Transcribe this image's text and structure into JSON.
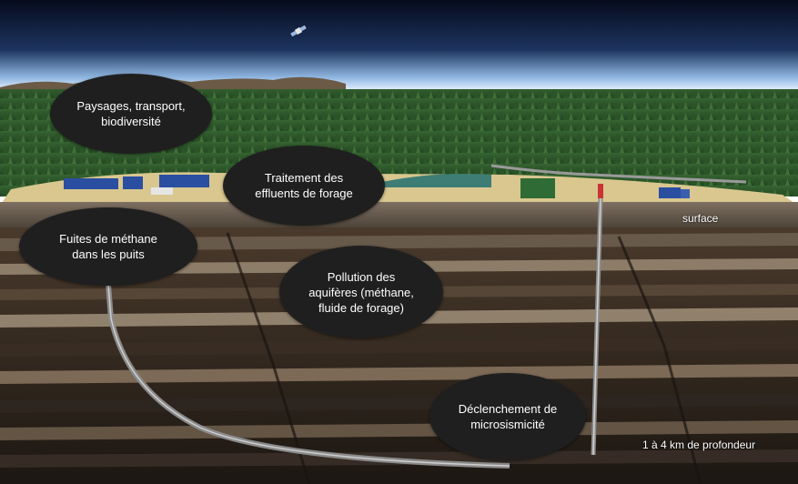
{
  "labels": {
    "landscape": [
      "Paysages, transport,",
      "biodiversité"
    ],
    "effluents": [
      "Traitement des",
      "effluents de forage"
    ],
    "methane_leaks": [
      "Fuites de méthane",
      "dans les puits"
    ],
    "aquifer": [
      "Pollution des",
      "aquifères (méthane,",
      "fluide de forage)"
    ],
    "seismicity": [
      "Déclenchement de",
      "microsismicité"
    ],
    "surface": "surface",
    "depth": "1 à 4 km de profondeur"
  },
  "icons": [
    "satellite-icon",
    "truck-icon",
    "drilling-site-icon"
  ],
  "colors": {
    "bubble": "#1f1f1f",
    "sky": "#0b1a34",
    "forest": "#2f5a2a",
    "ground": "#8a7560"
  }
}
